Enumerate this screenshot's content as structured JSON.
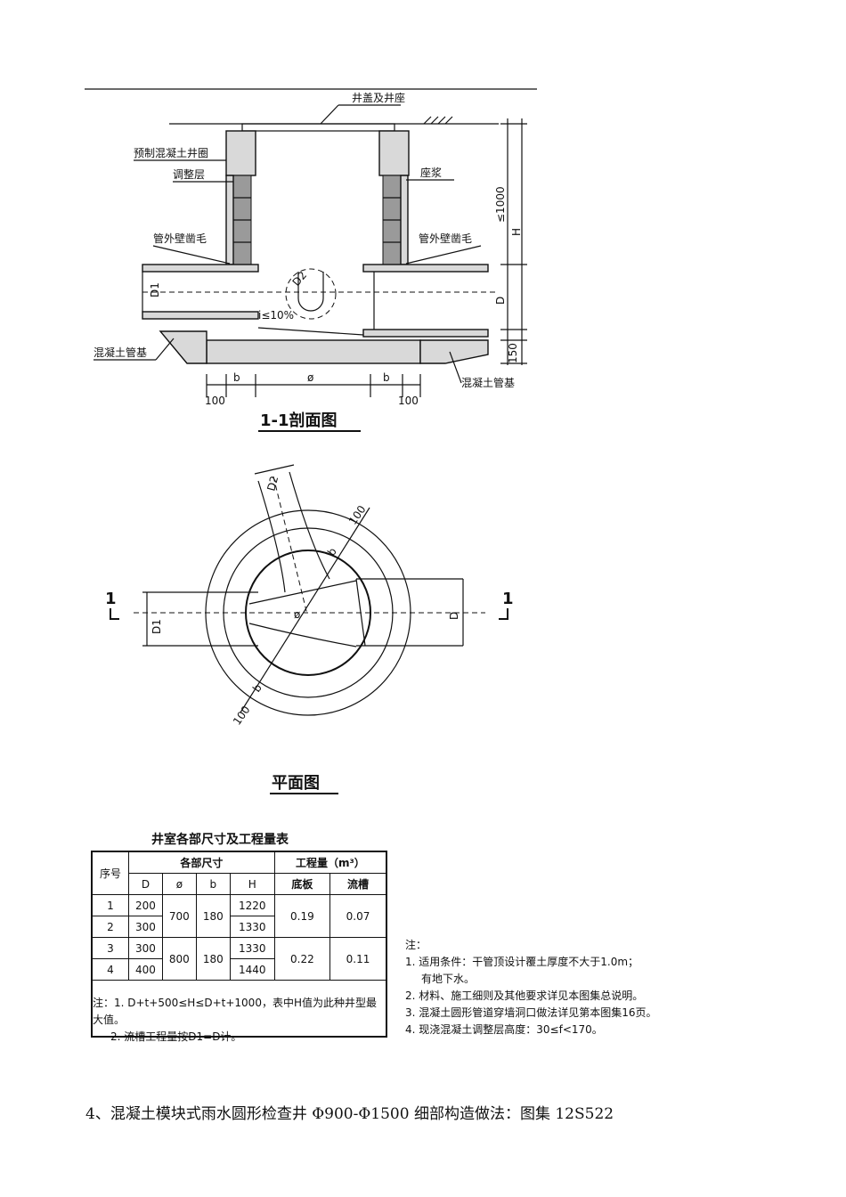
{
  "section": {
    "labels": {
      "cover": "井盖及井座",
      "precast_ring": "预制混凝土井圈",
      "adjust_layer": "调整层",
      "mortar": "座浆",
      "chisel_left": "管外壁凿毛",
      "chisel_right": "管外壁凿毛",
      "pipe_base_left": "混凝土管基",
      "pipe_base_right": "混凝土管基",
      "slope": "i≤10%"
    },
    "dims": {
      "le1000": "≤1000",
      "h": "H",
      "d": "D",
      "d1": "D1",
      "d2": "D2",
      "b150": "150",
      "b_left": "b",
      "phi": "ø",
      "b_right": "b",
      "w100_left": "100",
      "w100_right": "100"
    },
    "caption": "1-1剖面图"
  },
  "plan": {
    "dims": {
      "d2": "D2",
      "d1": "D1",
      "d": "D",
      "b_top": "b",
      "b_bottom": "b",
      "w100_top": "100",
      "w100_bottom": "100",
      "phi": "ø"
    },
    "cut_left": "1",
    "cut_right": "1",
    "caption": "平面图"
  },
  "table": {
    "title": "井室各部尺寸及工程量表",
    "head": {
      "no": "序号",
      "dims": "各部尺寸",
      "qty": "工程量（m³）"
    },
    "sub": [
      "D",
      "ø",
      "b",
      "H",
      "底板",
      "流槽"
    ],
    "groups": [
      {
        "rows": [
          {
            "no": "1",
            "d": "200",
            "h": "1220"
          },
          {
            "no": "2",
            "d": "300",
            "h": "1330"
          }
        ],
        "phi": "700",
        "b": "180",
        "base": "0.19",
        "trough": "0.07"
      },
      {
        "rows": [
          {
            "no": "3",
            "d": "300",
            "h": "1330"
          },
          {
            "no": "4",
            "d": "400",
            "h": "1440"
          }
        ],
        "phi": "800",
        "b": "180",
        "base": "0.22",
        "trough": "0.11"
      }
    ],
    "notes": [
      "注：1. D+t+500≤H≤D+t+1000，表中H值为此种井型最大值。",
      "2. 流槽工程量按D1=D计。"
    ]
  },
  "side_notes": {
    "head": "注：",
    "items": [
      "1. 适用条件：干管顶设计覆土厚度不大于1.0m；",
      "有地下水。",
      "2. 材料、施工细则及其他要求详见本图集总说明。",
      "3. 混凝土圆形管道穿墙洞口做法详见第本图集16页。",
      "4. 现浇混凝土调整层高度：30≤f<170。"
    ]
  },
  "footer": "4、混凝土模块式雨水圆形检查井 Φ900-Φ1500 细部构造做法：图集 12S522"
}
